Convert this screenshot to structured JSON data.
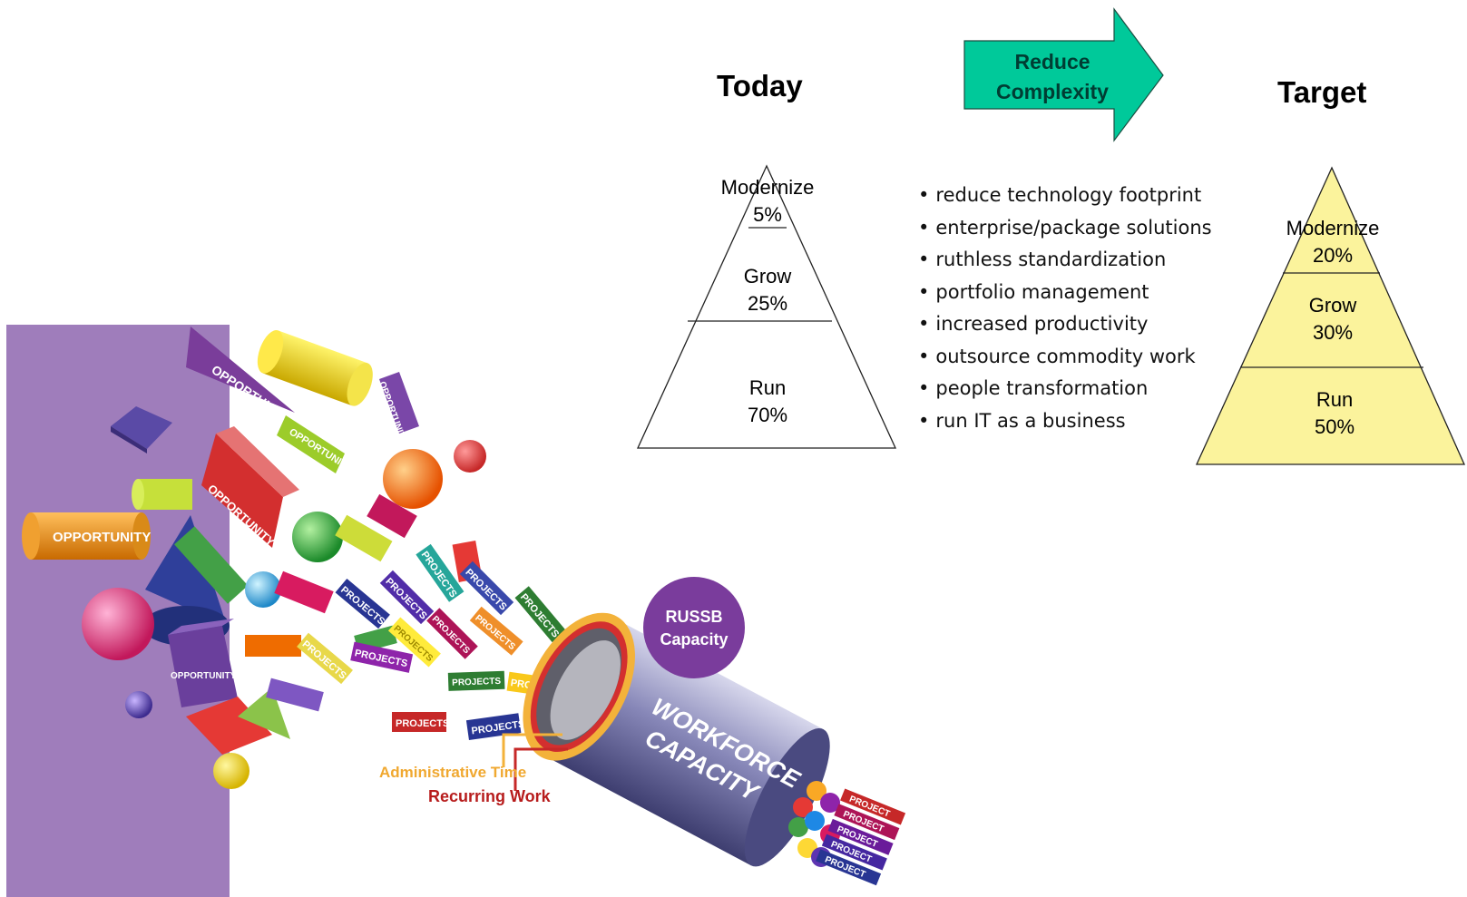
{
  "headings": {
    "today": "Today",
    "target": "Target"
  },
  "arrow": {
    "line1": "Reduce",
    "line2": "Complexity",
    "color": "#00c99a"
  },
  "today_pyramid": {
    "modernize": {
      "label": "Modernize",
      "percent": "5%"
    },
    "grow": {
      "label": "Grow",
      "percent": "25%"
    },
    "run": {
      "label": "Run",
      "percent": "70%"
    }
  },
  "target_pyramid": {
    "fill_color": "#fbf39c",
    "modernize": {
      "label": "Modernize",
      "percent": "20%"
    },
    "grow": {
      "label": "Grow",
      "percent": "30%"
    },
    "run": {
      "label": "Run",
      "percent": "50%"
    }
  },
  "bullets": [
    "reduce technology footprint",
    "enterprise/package solutions",
    "ruthless standardization",
    "portfolio management",
    "increased productivity",
    "outsource commodity work",
    "people transformation",
    "run IT as a business"
  ],
  "illustration": {
    "opportunity": "OPPORTUNITY",
    "projects": "PROJECTS",
    "project": "PROJECT",
    "capacity_line1": "RUSSB",
    "capacity_line2": "Capacity",
    "tube_line1": "WORKFORCE",
    "tube_line2": "CAPACITY",
    "admin_time": "Administrative Time",
    "recurring_work": "Recurring Work"
  }
}
